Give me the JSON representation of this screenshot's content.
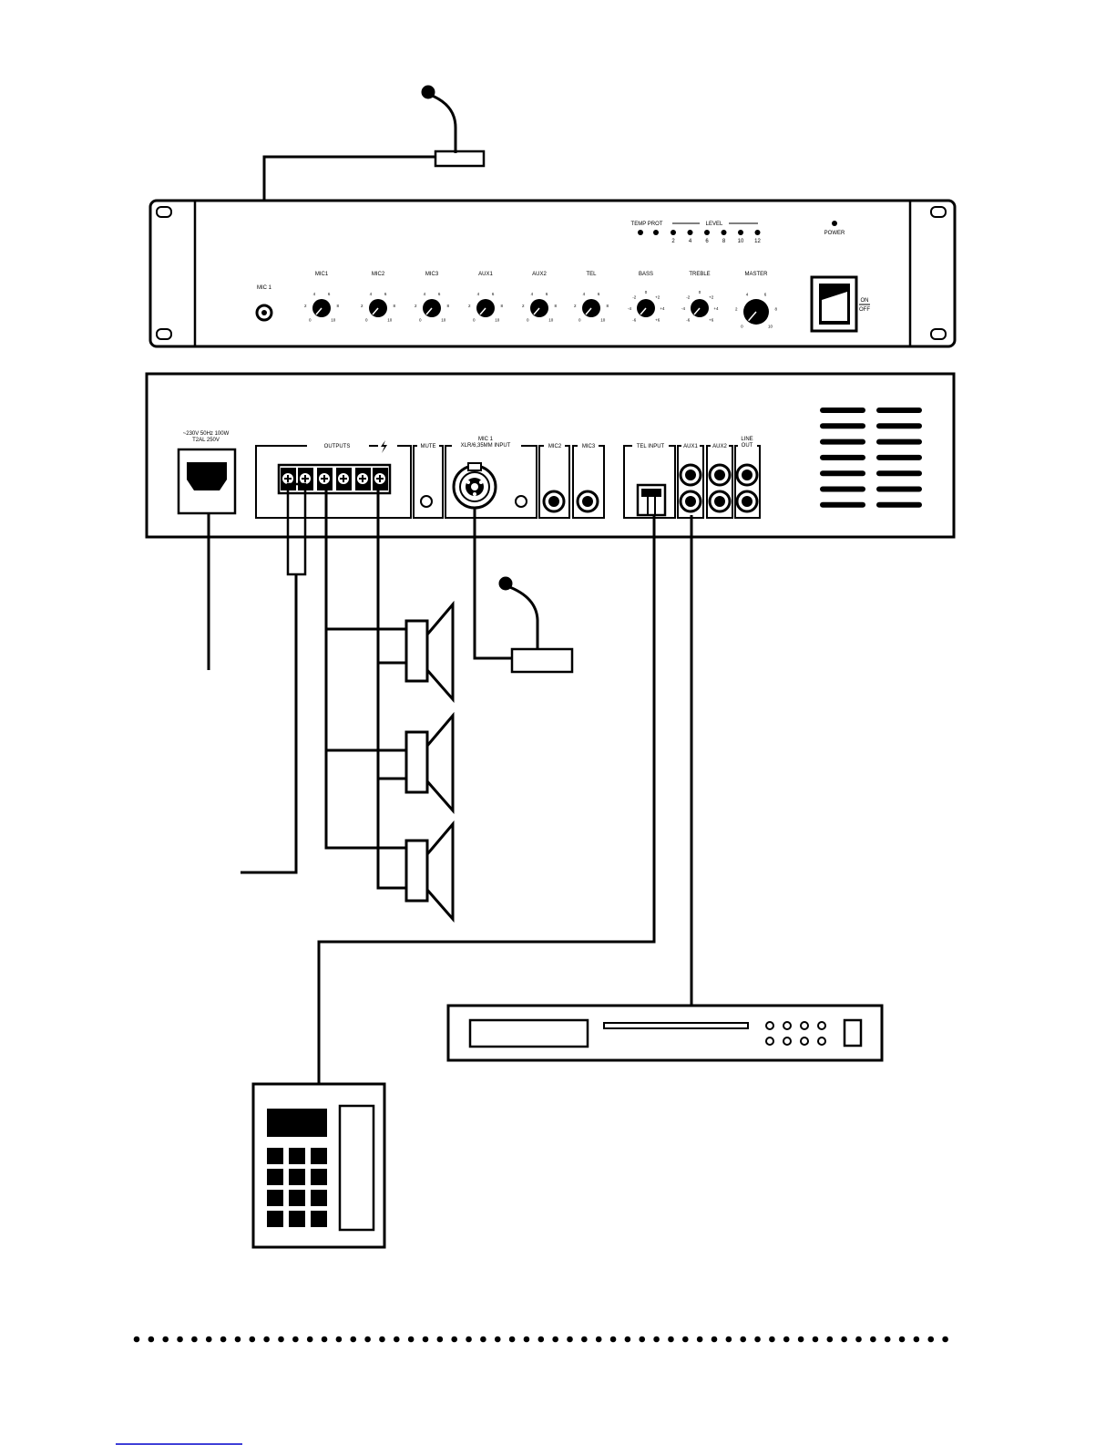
{
  "front_panel": {
    "leds": {
      "temp_prot": "TEMP PROT",
      "level": "LEVEL",
      "level_ticks": [
        "2",
        "4",
        "6",
        "8",
        "10",
        "12"
      ],
      "power": "POWER"
    },
    "mic_jack": "MIC 1",
    "knobs": [
      {
        "label": "MIC1",
        "scale": [
          "0",
          "2",
          "4",
          "6",
          "8",
          "10"
        ]
      },
      {
        "label": "MIC2",
        "scale": [
          "0",
          "2",
          "4",
          "6",
          "8",
          "10"
        ]
      },
      {
        "label": "MIC3",
        "scale": [
          "0",
          "2",
          "4",
          "6",
          "8",
          "10"
        ]
      },
      {
        "label": "AUX1",
        "scale": [
          "0",
          "2",
          "4",
          "6",
          "8",
          "10"
        ]
      },
      {
        "label": "AUX2",
        "scale": [
          "0",
          "2",
          "4",
          "6",
          "8",
          "10"
        ]
      },
      {
        "label": "TEL",
        "scale": [
          "0",
          "2",
          "4",
          "6",
          "8",
          "10"
        ]
      },
      {
        "label": "BASS",
        "scale": [
          "-6",
          "-4",
          "-2",
          "0",
          "+2",
          "+4",
          "+6"
        ]
      },
      {
        "label": "TREBLE",
        "scale": [
          "-6",
          "-4",
          "-2",
          "0",
          "+2",
          "+4",
          "+6"
        ]
      },
      {
        "label": "MASTER",
        "scale": [
          "0",
          "2",
          "4",
          "6",
          "8",
          "10"
        ]
      }
    ],
    "switch": {
      "on": "ON",
      "off": "OFF"
    }
  },
  "rear_panel": {
    "power_rating": [
      "~230V  50Hz  100W",
      "T2AL  250V"
    ],
    "outputs": "OUTPUTS",
    "mute": "MUTE",
    "mic1": [
      "MIC 1",
      "XLR/6,35MM INPUT"
    ],
    "mic2": "MIC2",
    "mic3": "MIC3",
    "tel_input": "TEL INPUT",
    "aux1": "AUX1",
    "aux2": "AUX2",
    "line_out": [
      "LINE",
      "OUT"
    ]
  },
  "colors": {
    "ink": "#000000",
    "paper": "#ffffff"
  },
  "icons": [
    "microphone-icon",
    "speaker-icon",
    "power-inlet-icon",
    "cd-player-icon",
    "telephone-keypad-icon"
  ]
}
